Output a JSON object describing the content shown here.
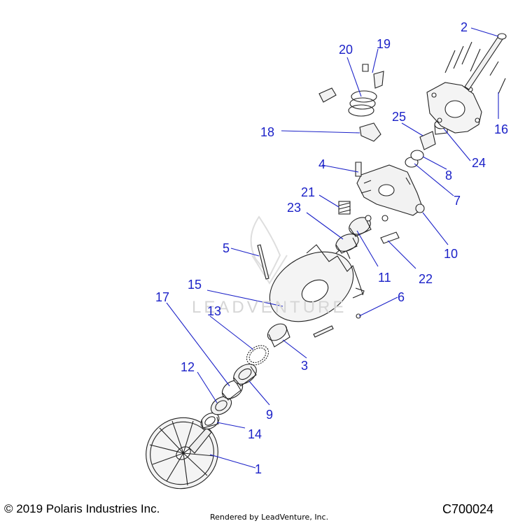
{
  "diagram": {
    "callouts": [
      {
        "id": "1",
        "label": "1"
      },
      {
        "id": "2",
        "label": "2"
      },
      {
        "id": "3",
        "label": "3"
      },
      {
        "id": "4",
        "label": "4"
      },
      {
        "id": "5",
        "label": "5"
      },
      {
        "id": "6",
        "label": "6"
      },
      {
        "id": "7",
        "label": "7"
      },
      {
        "id": "8",
        "label": "8"
      },
      {
        "id": "9",
        "label": "9"
      },
      {
        "id": "10",
        "label": "10"
      },
      {
        "id": "11",
        "label": "11"
      },
      {
        "id": "12",
        "label": "12"
      },
      {
        "id": "13",
        "label": "13"
      },
      {
        "id": "14",
        "label": "14"
      },
      {
        "id": "15",
        "label": "15"
      },
      {
        "id": "16",
        "label": "16"
      },
      {
        "id": "17",
        "label": "17"
      },
      {
        "id": "18",
        "label": "18"
      },
      {
        "id": "19",
        "label": "19"
      },
      {
        "id": "20",
        "label": "20"
      },
      {
        "id": "21",
        "label": "21"
      },
      {
        "id": "22",
        "label": "22"
      },
      {
        "id": "23",
        "label": "23"
      },
      {
        "id": "24",
        "label": "24"
      },
      {
        "id": "25",
        "label": "25"
      }
    ],
    "watermark": "LEADVENTURE",
    "callout_color": "#1c22c8"
  },
  "footer": {
    "copyright": "© 2019 Polaris Industries Inc.",
    "rendered_by": "Rendered by LeadVenture, Inc.",
    "drawing_code": "C700024"
  }
}
